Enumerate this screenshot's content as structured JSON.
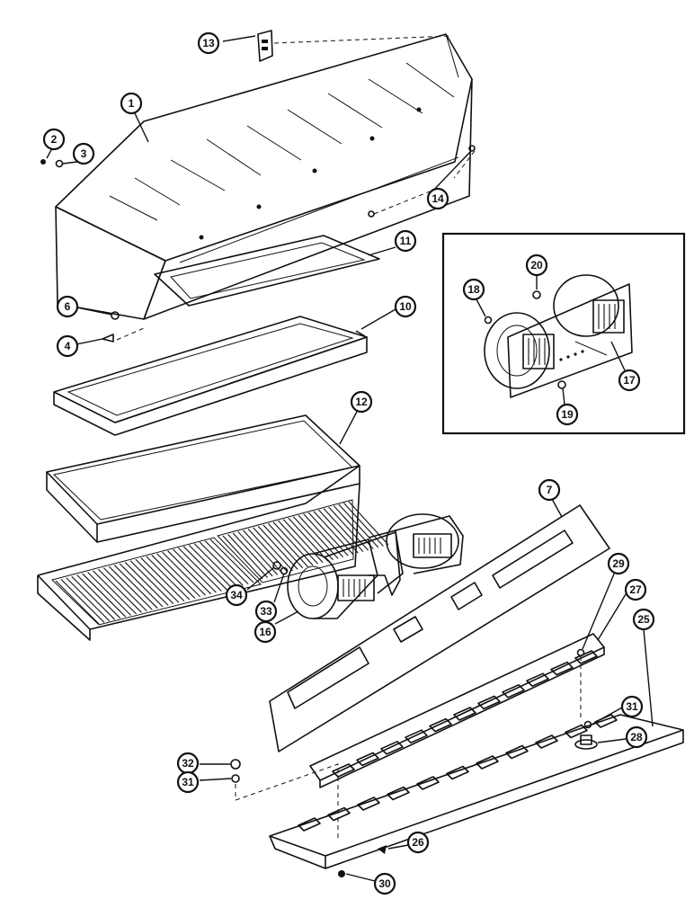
{
  "diagram": {
    "callouts": [
      {
        "id": "c13",
        "label": "13"
      },
      {
        "id": "c1",
        "label": "1"
      },
      {
        "id": "c2",
        "label": "2"
      },
      {
        "id": "c3",
        "label": "3"
      },
      {
        "id": "c14",
        "label": "14"
      },
      {
        "id": "c11",
        "label": "11"
      },
      {
        "id": "c6",
        "label": "6"
      },
      {
        "id": "c4",
        "label": "4"
      },
      {
        "id": "c10",
        "label": "10"
      },
      {
        "id": "c12",
        "label": "12"
      },
      {
        "id": "c20",
        "label": "20"
      },
      {
        "id": "c18",
        "label": "18"
      },
      {
        "id": "c17",
        "label": "17"
      },
      {
        "id": "c19",
        "label": "19"
      },
      {
        "id": "c7",
        "label": "7"
      },
      {
        "id": "c34",
        "label": "34"
      },
      {
        "id": "c33",
        "label": "33"
      },
      {
        "id": "c16",
        "label": "16"
      },
      {
        "id": "c29",
        "label": "29"
      },
      {
        "id": "c27",
        "label": "27"
      },
      {
        "id": "c25",
        "label": "25"
      },
      {
        "id": "c31a",
        "label": "31"
      },
      {
        "id": "c28",
        "label": "28"
      },
      {
        "id": "c32",
        "label": "32"
      },
      {
        "id": "c31b",
        "label": "31"
      },
      {
        "id": "c26",
        "label": "26"
      },
      {
        "id": "c30",
        "label": "30"
      }
    ]
  }
}
